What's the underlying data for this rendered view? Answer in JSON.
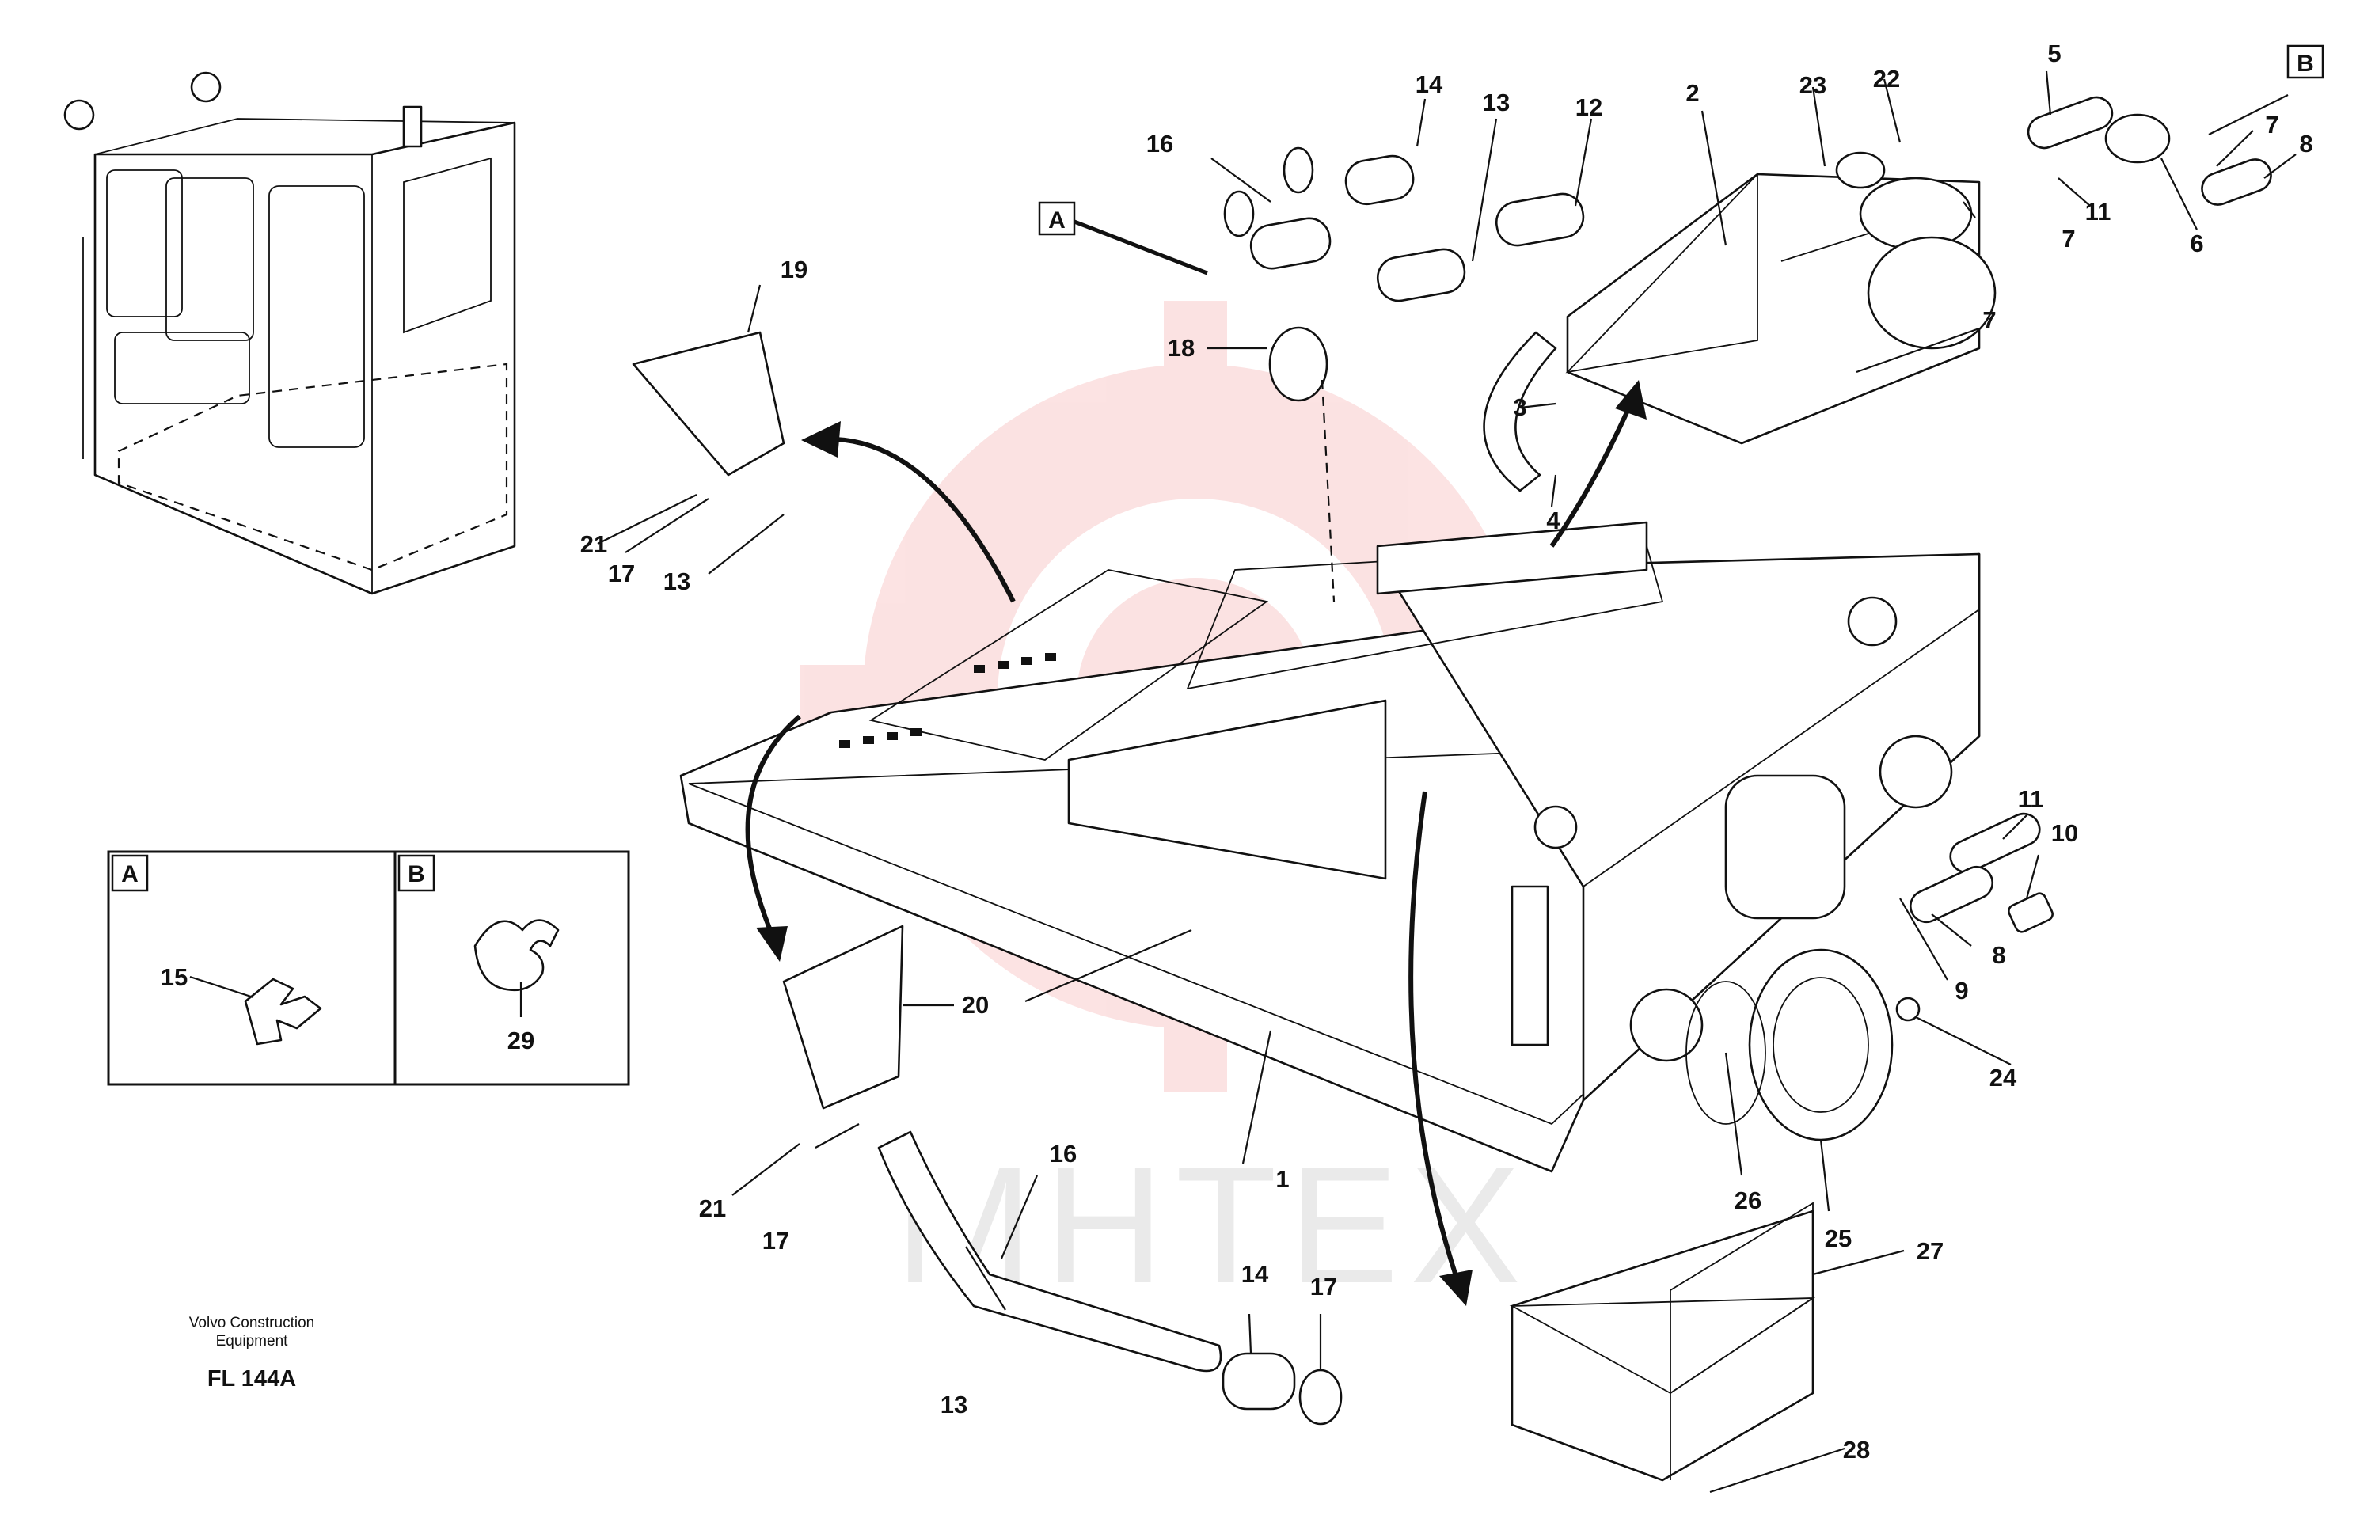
{
  "footer": {
    "manufacturer_line1": "Volvo Construction",
    "manufacturer_line2": "Equipment",
    "drawing_code": "FL 144A"
  },
  "watermark": {
    "text": "MHTEX",
    "color": "#f08080"
  },
  "detail_boxes": {
    "A": {
      "letter": "A",
      "part": "15"
    },
    "B": {
      "letter": "B",
      "part": "29"
    }
  },
  "reference_tags": {
    "A": "A",
    "B": "B"
  },
  "callouts": {
    "c1": "1",
    "c2": "2",
    "c3": "3",
    "c4": "4",
    "c5": "5",
    "c6": "6",
    "c7a": "7",
    "c7b": "7",
    "c7c": "7",
    "c8a": "8",
    "c8b": "8",
    "c9": "9",
    "c10": "10",
    "c11a": "11",
    "c11b": "11",
    "c12": "12",
    "c13a": "13",
    "c13b": "13",
    "c13c": "13",
    "c14a": "14",
    "c14b": "14",
    "c16a": "16",
    "c16b": "16",
    "c17a": "17",
    "c17b": "17",
    "c17c": "17",
    "c18": "18",
    "c19": "19",
    "c20": "20",
    "c21a": "21",
    "c21b": "21",
    "c22": "22",
    "c23": "23",
    "c24": "24",
    "c25": "25",
    "c26": "26",
    "c27": "27",
    "c28": "28"
  }
}
